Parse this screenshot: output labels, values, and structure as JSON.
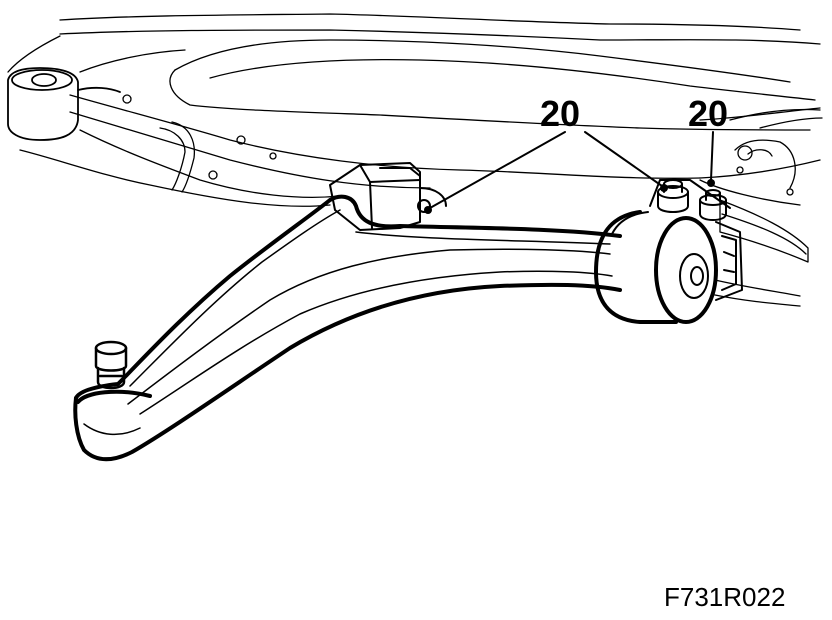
{
  "callouts": {
    "left": "20",
    "right": "20"
  },
  "figure_code": "F731R022"
}
